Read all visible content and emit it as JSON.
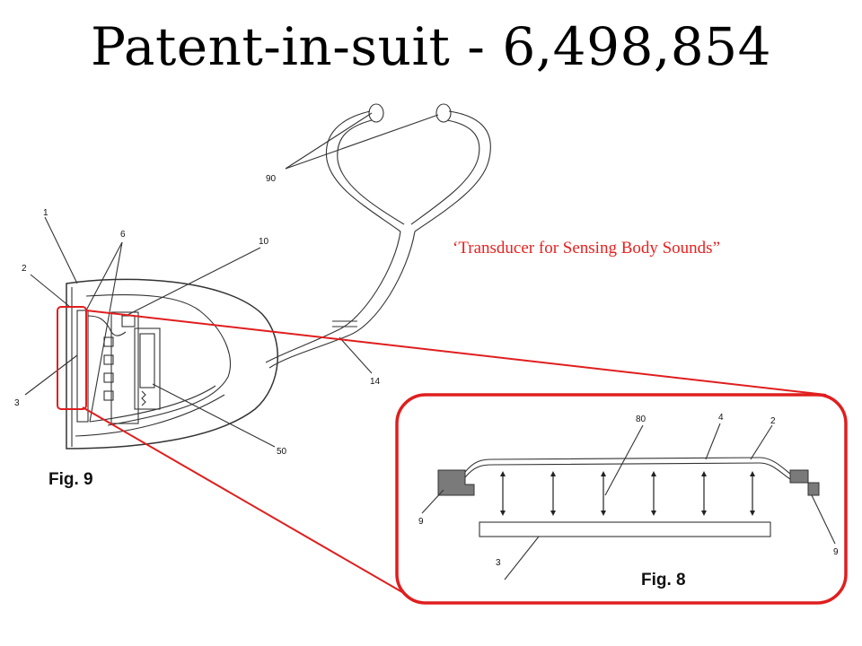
{
  "title": "Patent-in-suit - 6,498,854",
  "subtitle": "‘Transducer for Sensing Body Sounds”",
  "fig9": {
    "caption": "Fig. 9",
    "labels": {
      "l1": "1",
      "l2": "2",
      "l3": "3",
      "l6": "6",
      "l10": "10",
      "l14": "14",
      "l50": "50",
      "l90": "90"
    }
  },
  "fig8": {
    "caption": "Fig. 8",
    "labels": {
      "l80": "80",
      "l4": "4",
      "l2": "2",
      "l3": "3",
      "l9a": "9",
      "l9b": "9"
    }
  },
  "colors": {
    "accent": "#e01e1e",
    "line": "#333333"
  }
}
